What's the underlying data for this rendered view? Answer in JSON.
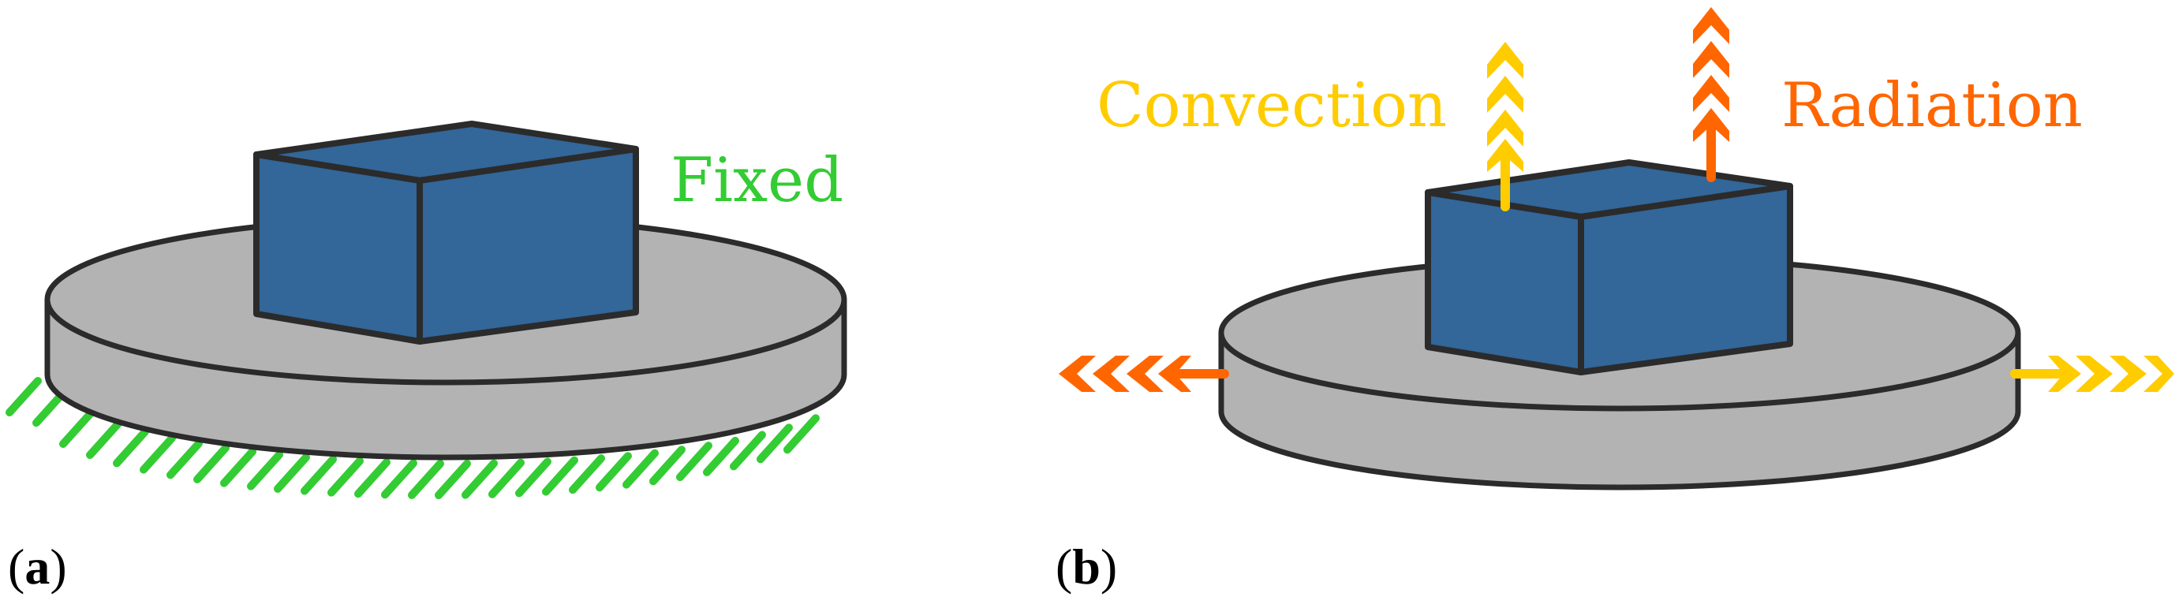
{
  "colors": {
    "outline": "#2b2b2b",
    "block_face": "#336699",
    "disk_fill": "#b3b3b3",
    "fixed": "#33cc33",
    "convection": "#ffcc00",
    "radiation": "#ff6600"
  },
  "panel_a": {
    "label_open": "(",
    "label_letter": "a",
    "label_close": ")",
    "fixed_label": "Fixed",
    "icons": [
      "block-icon",
      "disk-icon",
      "ground-hatch-icon"
    ]
  },
  "panel_b": {
    "label_open": "(",
    "label_letter": "b",
    "label_close": ")",
    "convection_label": "Convection",
    "radiation_label": "Radiation",
    "icons": [
      "block-icon",
      "disk-icon",
      "convection-arrow-icon",
      "radiation-arrow-icon"
    ]
  }
}
